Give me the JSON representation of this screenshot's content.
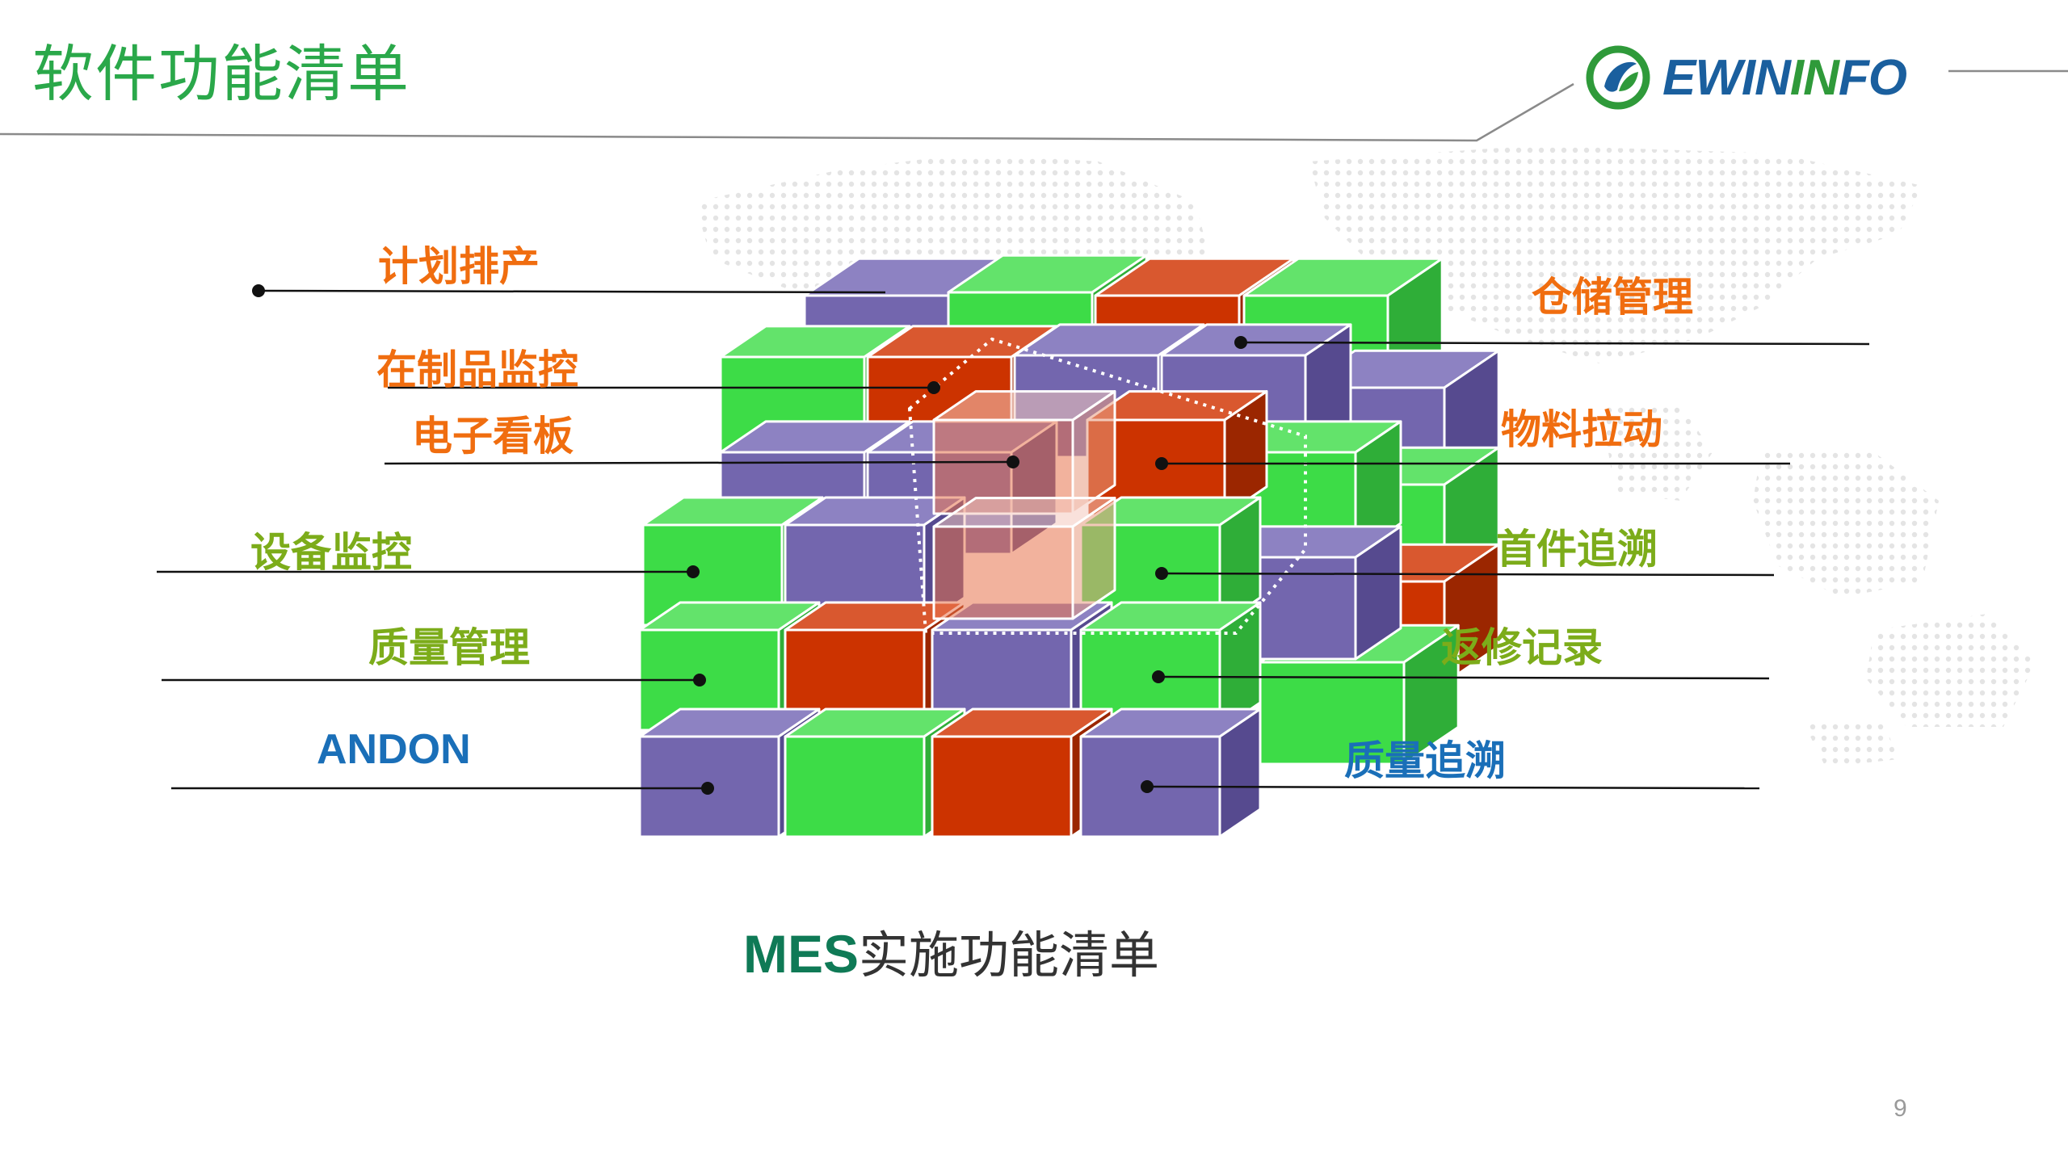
{
  "slide": {
    "title": "软件功能清单",
    "page_number": "9"
  },
  "logo": {
    "text_part1": "EWIN",
    "text_part2": "IN",
    "text_part3": "FO",
    "icon": "leaf-swirl-icon"
  },
  "labels": {
    "left": [
      {
        "text": "计划排产",
        "color": "#f06d0f"
      },
      {
        "text": "在制品监控",
        "color": "#f06d0f"
      },
      {
        "text": "电子看板",
        "color": "#f06d0f"
      },
      {
        "text": "设备监控",
        "color": "#7cac1a"
      },
      {
        "text": "质量管理",
        "color": "#7cac1a"
      },
      {
        "text": "ANDON",
        "color": "#1a6fb8"
      }
    ],
    "right": [
      {
        "text": "仓储管理",
        "color": "#f06d0f"
      },
      {
        "text": "物料拉动",
        "color": "#f06d0f"
      },
      {
        "text": "首件追溯",
        "color": "#7cac1a"
      },
      {
        "text": "返修记录",
        "color": "#7cac1a"
      },
      {
        "text": "质量追溯",
        "color": "#1a6fb8"
      }
    ]
  },
  "caption": {
    "prefix": "MES",
    "text": "实施功能清单"
  },
  "colors": {
    "green": "#3ddc47",
    "purple": "#7366ae",
    "red": "#cc3300",
    "title_green": "#2aa84a"
  }
}
